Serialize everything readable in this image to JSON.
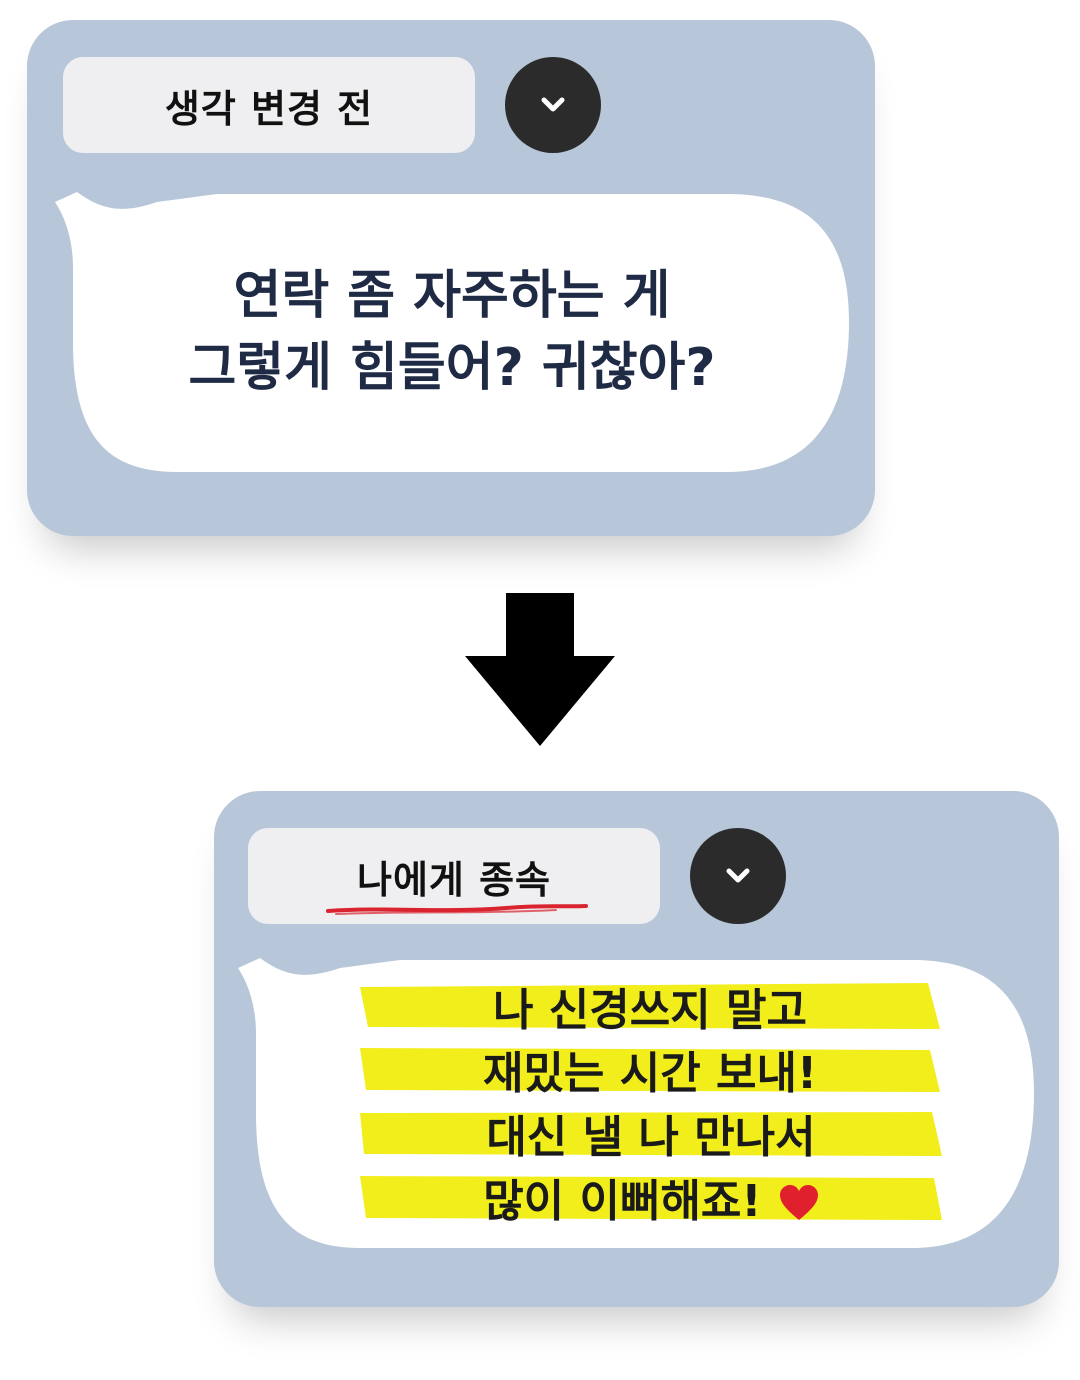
{
  "before": {
    "label": "생각 변경 전",
    "message_lines": [
      "연락 좀 자주하는 게",
      "그렇게 힘들어? 귀찮아?"
    ]
  },
  "after": {
    "label": "나에게 종속",
    "message_lines": [
      "나 신경쓰지 말고",
      "재밌는 시간 보내!",
      "대신 낼 나 만나서",
      "많이 이뻐해죠!"
    ]
  },
  "icons": {
    "toggle": "chevron-down-icon",
    "transition": "arrow-down-icon",
    "emoji": "heart-icon"
  },
  "colors": {
    "card_bg": "#b7c6d8",
    "chip_bg": "#efeff1",
    "button_bg": "#2b2b2b",
    "highlight": "#f2ee1c",
    "text_dark": "#1f2a44",
    "underline": "#d9232e",
    "heart": "#e0202c"
  }
}
